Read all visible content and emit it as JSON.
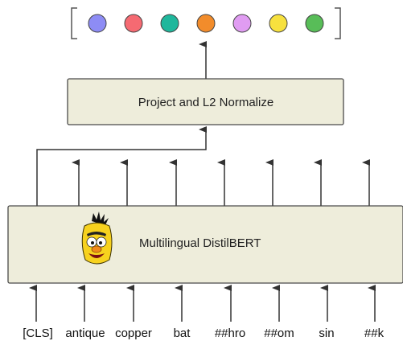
{
  "colors": {
    "box_fill": "#eeeddb",
    "box_stroke": "#4a4a4a",
    "arrow": "#333333",
    "dots": [
      "#8d8cf5",
      "#f56a72",
      "#1fb79c",
      "#f28c2b",
      "#e09cf2",
      "#f7e13e",
      "#58bd58"
    ]
  },
  "embedding_vector": {
    "dot_count": 7,
    "bracket_color": "#555555"
  },
  "projection_box": {
    "label": "Project and L2 Normalize"
  },
  "encoder_box": {
    "label": "Multilingual DistilBERT",
    "mascot_icon": "bert-muppet-icon"
  },
  "tokens": [
    "[CLS]",
    "antique",
    "copper",
    "bat",
    "##hro",
    "##om",
    "sin",
    "##k"
  ]
}
